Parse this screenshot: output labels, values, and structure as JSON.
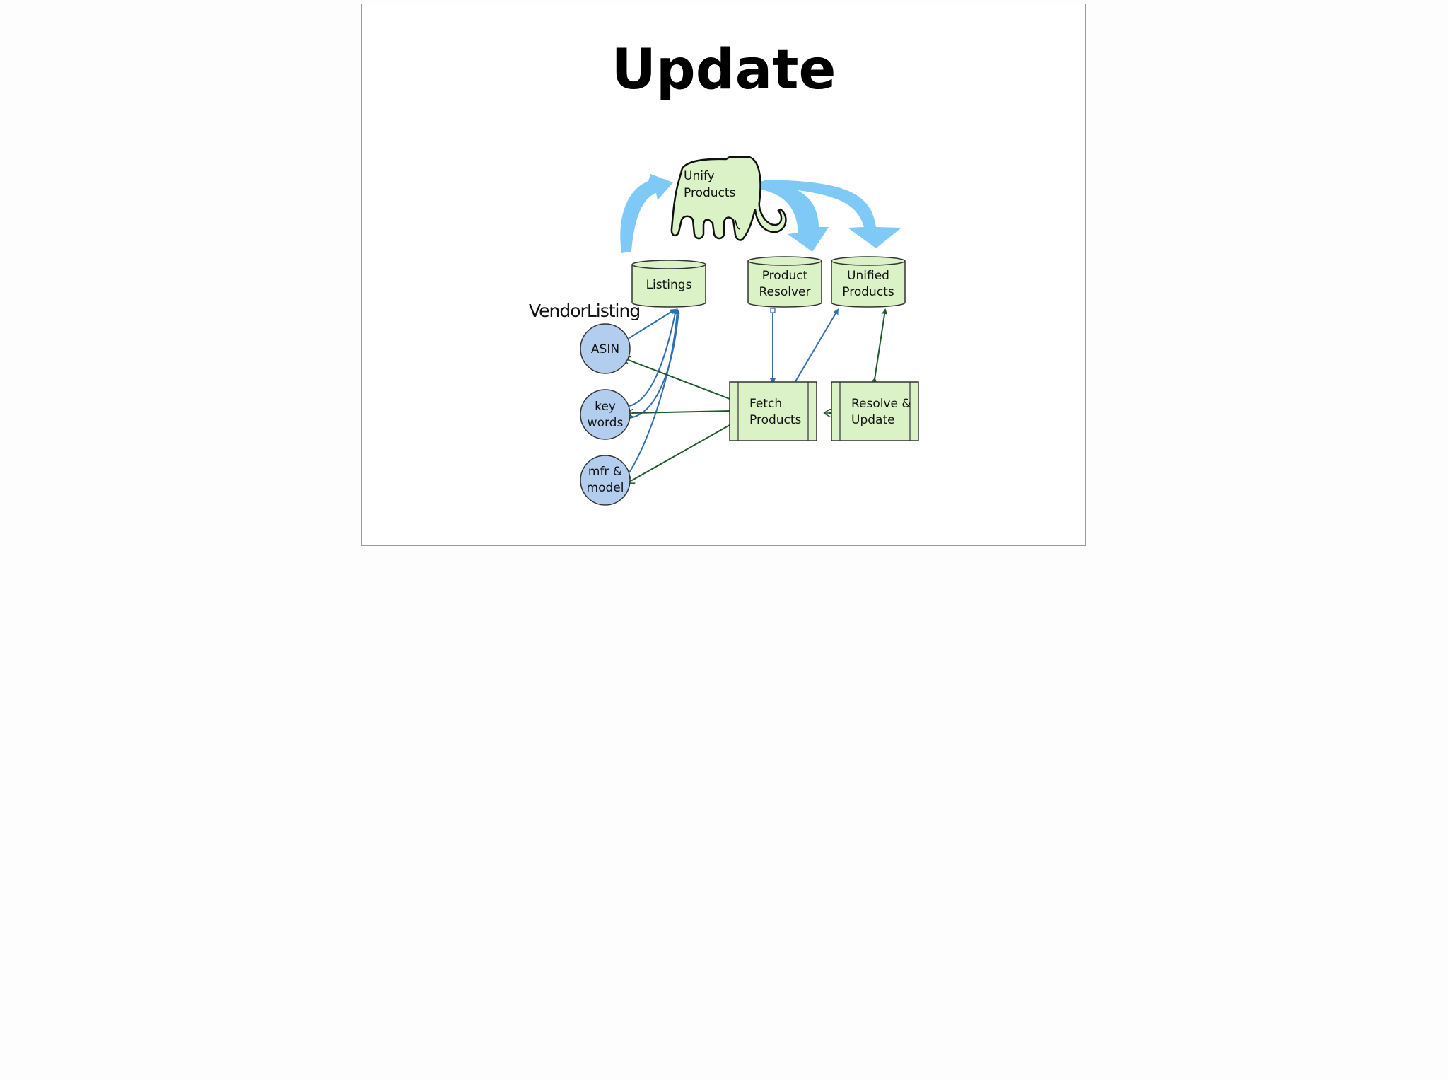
{
  "slide": {
    "title": "Update"
  },
  "diagram": {
    "group_label": "VendorListing",
    "job": {
      "line1": "Unify",
      "line2": "Products"
    },
    "stores": {
      "listings": {
        "line1": "Listings"
      },
      "resolver": {
        "line1": "Product",
        "line2": "Resolver"
      },
      "unified": {
        "line1": "Unified",
        "line2": "Products"
      }
    },
    "keys": {
      "asin": {
        "line1": "ASIN"
      },
      "keywords": {
        "line1": "key",
        "line2": "words"
      },
      "mfr": {
        "line1": "mfr &",
        "line2": "model"
      }
    },
    "processes": {
      "fetch": {
        "line1": "Fetch",
        "line2": "Products"
      },
      "resolve": {
        "line1": "Resolve &",
        "line2": "Update"
      }
    },
    "colors": {
      "node_fill": "#daf2c6",
      "key_fill": "#b2cdee",
      "flow_arrow": "#7ec9f5",
      "blue_edge": "#2f6fb5",
      "green_edge": "#1f5a2c"
    }
  }
}
